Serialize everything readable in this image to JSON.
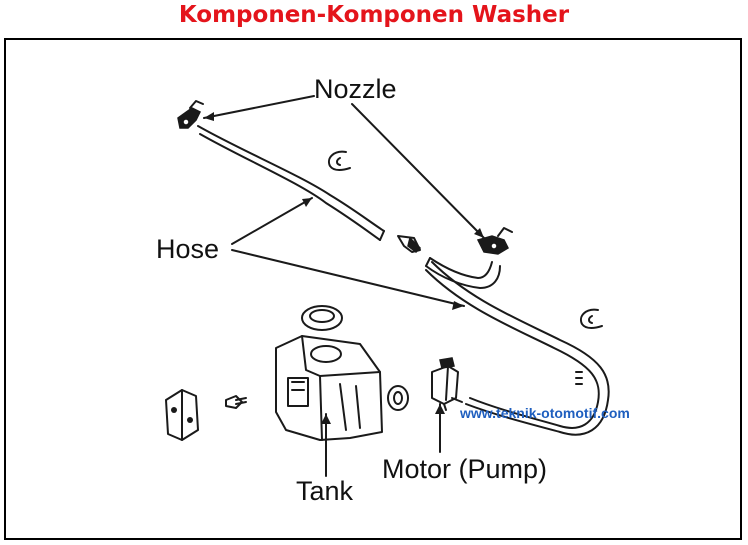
{
  "title": "Komponen-Komponen Washer",
  "labels": {
    "nozzle": "Nozzle",
    "hose": "Hose",
    "tank": "Tank",
    "motor": "Motor (Pump)"
  },
  "watermark": "www.teknik-otomotif.com",
  "colors": {
    "title": "#e4141b",
    "watermark": "#1f5fbf",
    "ink": "#1a1a1a"
  }
}
